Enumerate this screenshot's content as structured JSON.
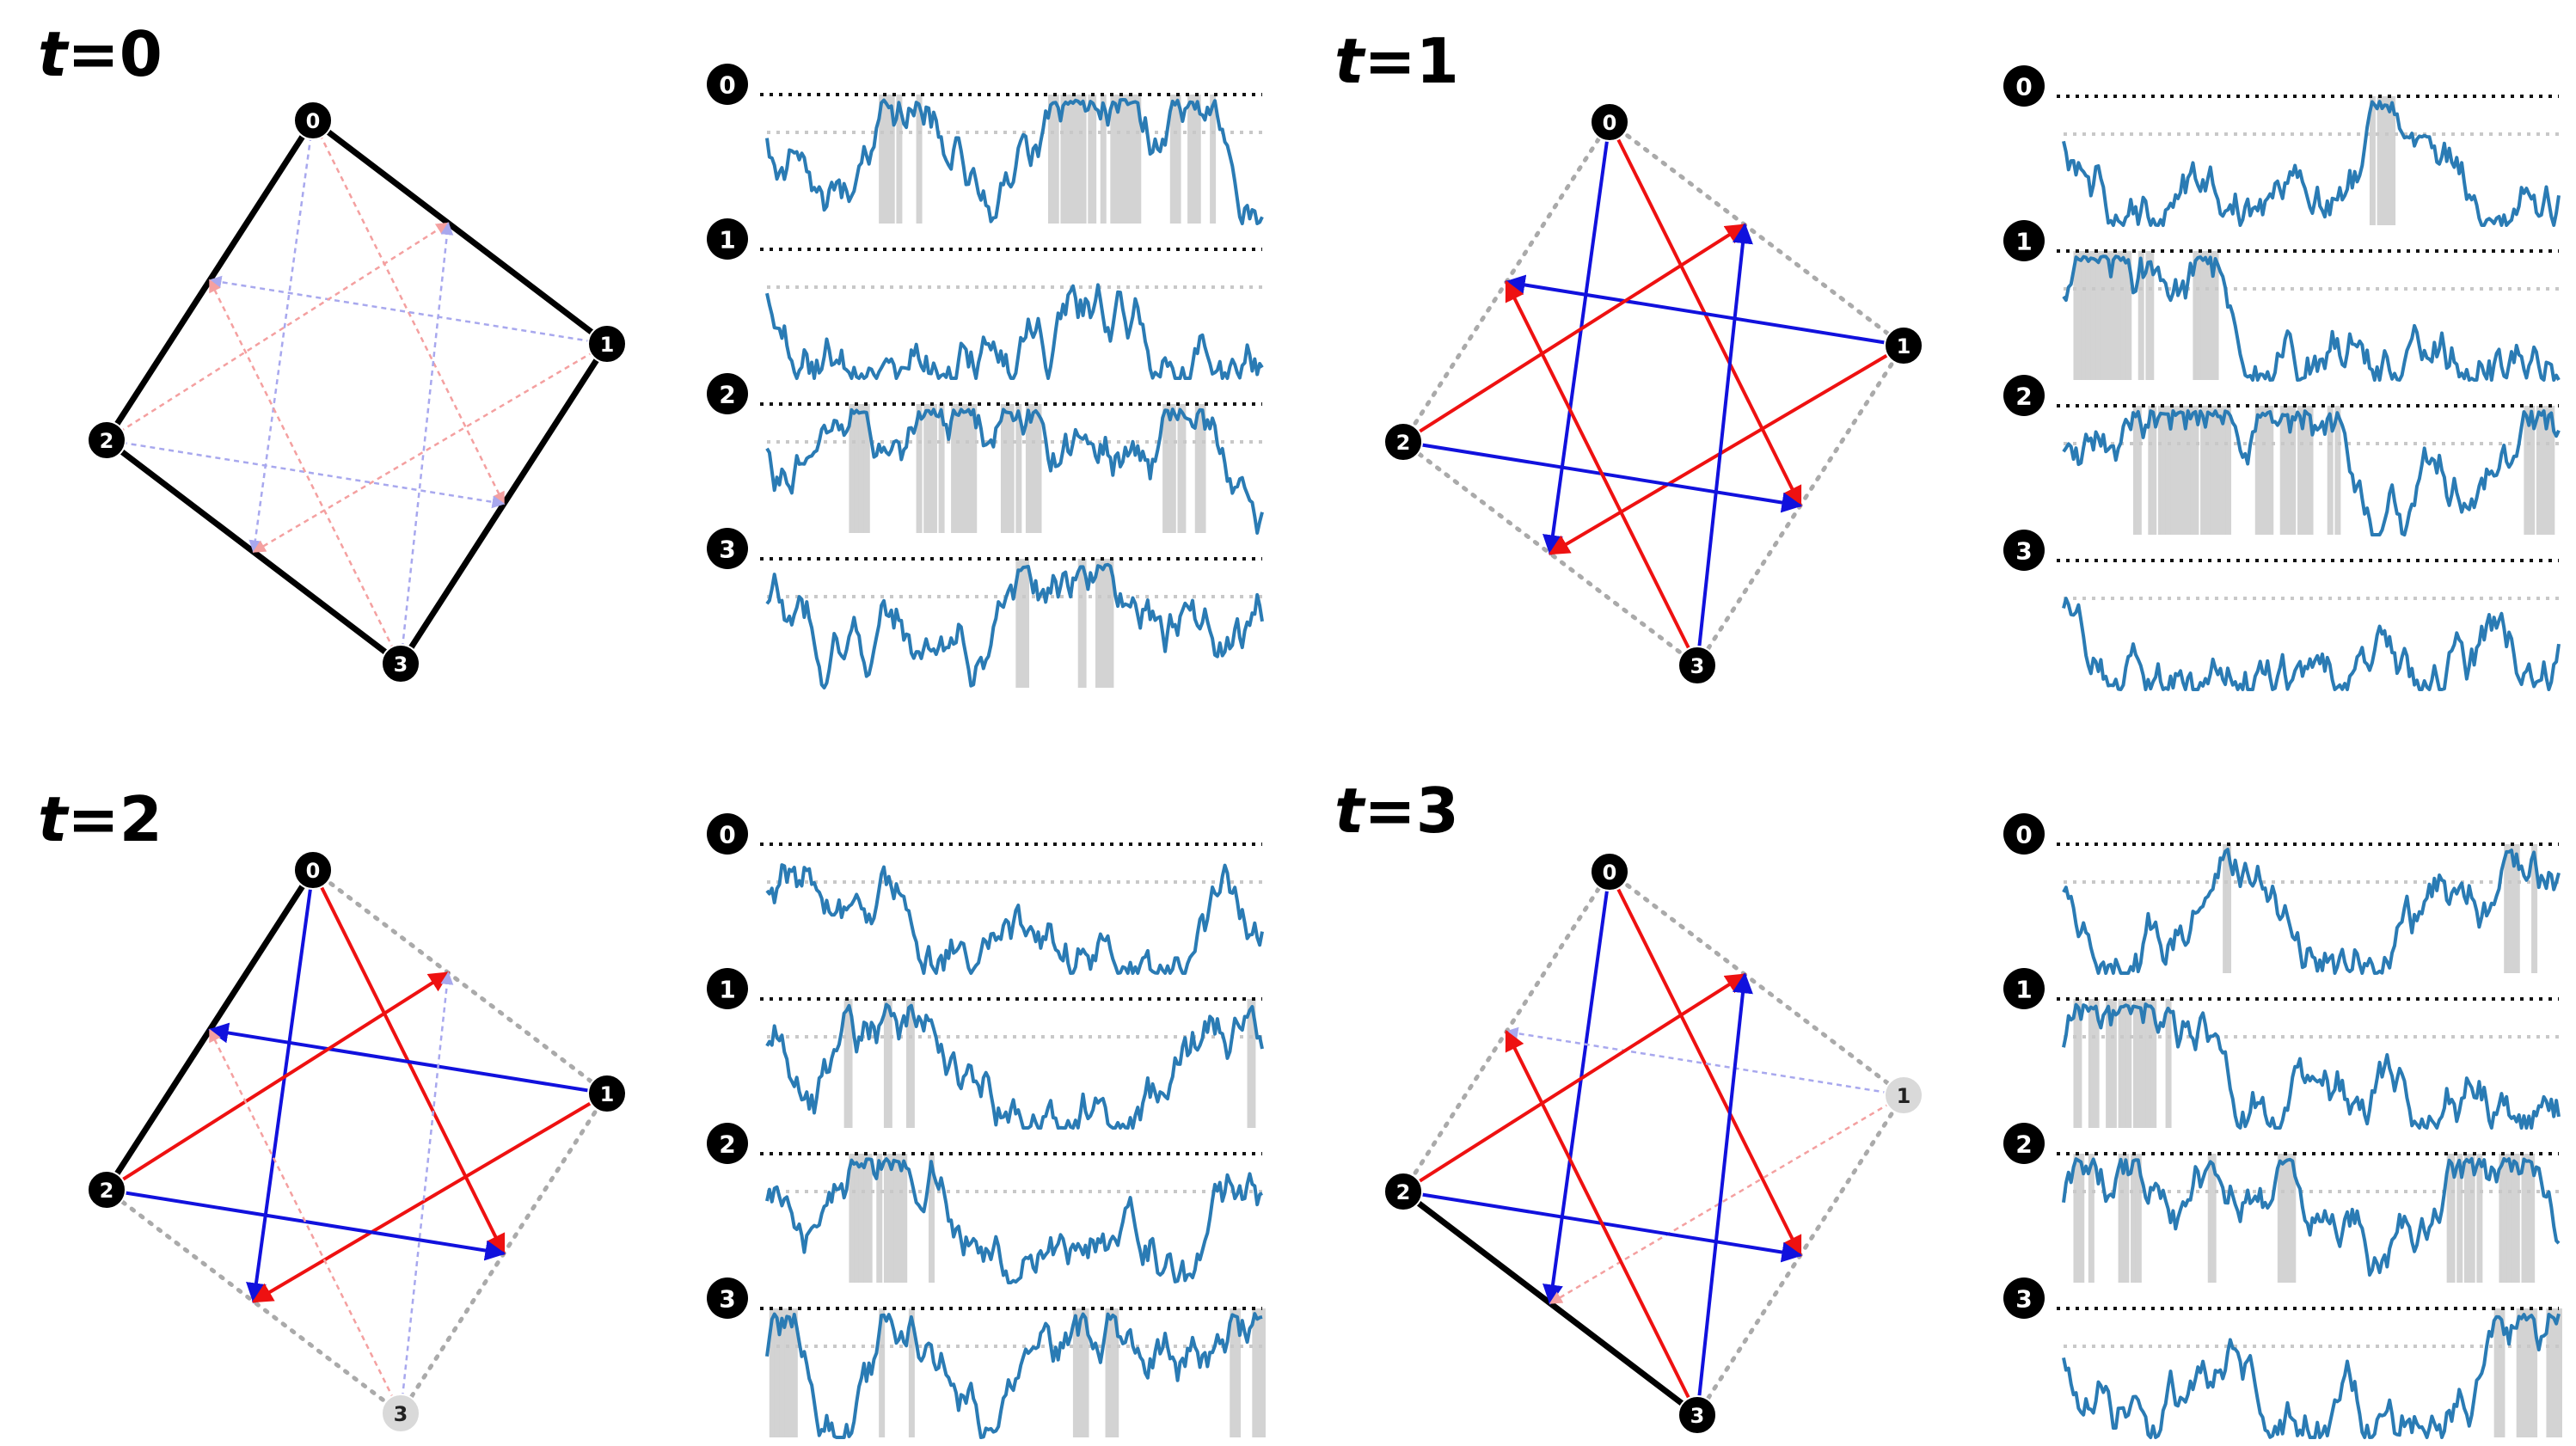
{
  "panels": [
    {
      "title_var": "t",
      "title_eq": "=0",
      "nodes": [
        {
          "label": "0",
          "state": "active"
        },
        {
          "label": "1",
          "state": "active"
        },
        {
          "label": "2",
          "state": "active"
        },
        {
          "label": "3",
          "state": "active"
        }
      ],
      "outline": [
        "solid",
        "solid",
        "solid",
        "solid"
      ],
      "arrows": "faded",
      "rows": [
        "0",
        "1",
        "2",
        "3"
      ],
      "drift": [
        false,
        false,
        false,
        false
      ]
    },
    {
      "title_var": "t",
      "title_eq": "=1",
      "nodes": [
        {
          "label": "0",
          "state": "active"
        },
        {
          "label": "1",
          "state": "active"
        },
        {
          "label": "2",
          "state": "active"
        },
        {
          "label": "3",
          "state": "active"
        }
      ],
      "outline": [
        "dotted",
        "dotted",
        "dotted",
        "dotted"
      ],
      "arrows": "active",
      "rows": [
        "0",
        "1",
        "2",
        "3"
      ],
      "drift": [
        false,
        false,
        false,
        true
      ]
    },
    {
      "title_var": "t",
      "title_eq": "=2",
      "nodes": [
        {
          "label": "0",
          "state": "active"
        },
        {
          "label": "1",
          "state": "active"
        },
        {
          "label": "2",
          "state": "active"
        },
        {
          "label": "3",
          "state": "inactive"
        }
      ],
      "outline": [
        "dotted",
        "dotted",
        "dotted",
        "solid"
      ],
      "arrows": "except-from-3",
      "rows": [
        "0",
        "1",
        "2",
        "3"
      ],
      "drift": [
        false,
        false,
        false,
        false
      ]
    },
    {
      "title_var": "t",
      "title_eq": "=3",
      "nodes": [
        {
          "label": "0",
          "state": "active"
        },
        {
          "label": "1",
          "state": "inactive"
        },
        {
          "label": "2",
          "state": "active"
        },
        {
          "label": "3",
          "state": "active"
        }
      ],
      "outline": [
        "dotted",
        "dotted",
        "solid",
        "dotted"
      ],
      "arrows": "except-from-1",
      "rows": [
        "0",
        "1",
        "2",
        "3"
      ],
      "drift": [
        false,
        false,
        false,
        false
      ]
    }
  ],
  "colors": {
    "edge_red": "#ee1111",
    "edge_blue": "#1111dd",
    "faded_red": "#f4a0a0",
    "faded_blue": "#a8a8ee",
    "series": "#2a7bb4",
    "spike": "#d3d3d3",
    "node_active": "#000000",
    "node_inactive": "#d9d9d9",
    "outline_dotted": "#aaaaaa",
    "threshold_top": "#111111",
    "threshold_mid": "#c8c8c8"
  }
}
